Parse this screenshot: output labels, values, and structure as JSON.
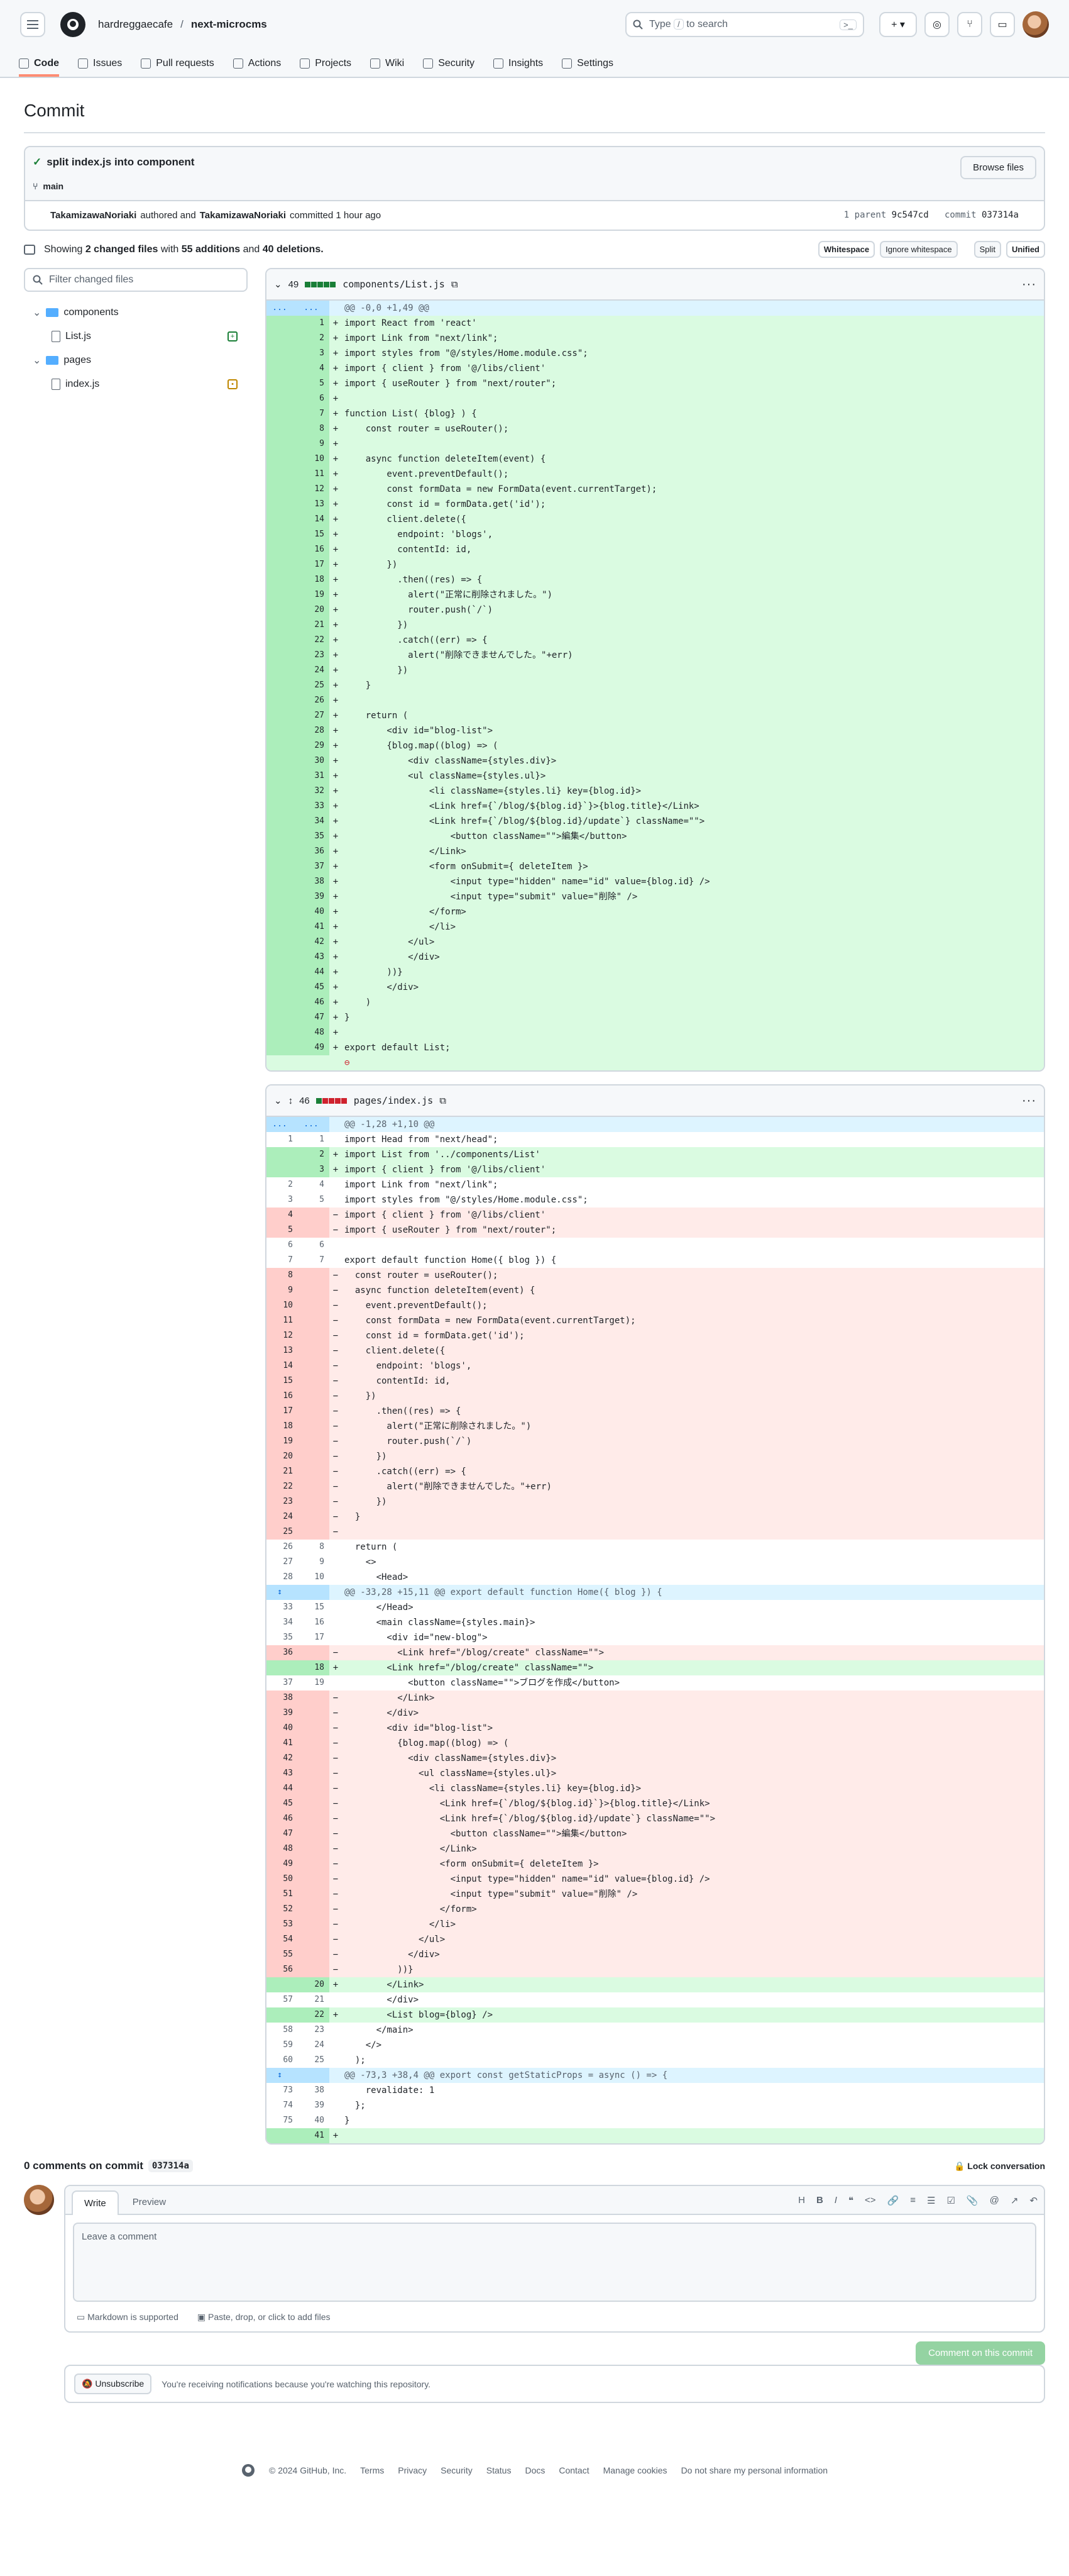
{
  "header": {
    "owner": "hardreggaecafe",
    "sep": "/",
    "repo": "next-microcms",
    "search_placeholder": "Type",
    "search_rest": "to search",
    "kbd": "/"
  },
  "tabs": [
    {
      "label": "Code",
      "icon": "code-icon"
    },
    {
      "label": "Issues",
      "icon": "issue-icon"
    },
    {
      "label": "Pull requests",
      "icon": "pr-icon"
    },
    {
      "label": "Actions",
      "icon": "play-icon"
    },
    {
      "label": "Projects",
      "icon": "table-icon"
    },
    {
      "label": "Wiki",
      "icon": "book-icon"
    },
    {
      "label": "Security",
      "icon": "shield-icon"
    },
    {
      "label": "Insights",
      "icon": "graph-icon"
    },
    {
      "label": "Settings",
      "icon": "gear-icon"
    }
  ],
  "page": {
    "title": "Commit"
  },
  "commit": {
    "message": "split index.js into component",
    "branch": "main",
    "browse": "Browse files",
    "author": "TakamizawaNoriaki",
    "authored": "authored and",
    "committer": "TakamizawaNoriaki",
    "committed": "committed 1 hour ago",
    "parent_label": "1 parent",
    "parent": "9c547cd",
    "commit_label": "commit",
    "sha": "037314a"
  },
  "summary": {
    "text_pre": "Showing",
    "files": "2 changed files",
    "with": "with",
    "add": "55 additions",
    "and": "and",
    "del": "40 deletions.",
    "whitespace": "Whitespace",
    "ignore": "Ignore whitespace",
    "split": "Split",
    "unified": "Unified"
  },
  "sidebar": {
    "filter": "Filter changed files",
    "tree": [
      {
        "name": "components",
        "type": "dir",
        "depth": 0
      },
      {
        "name": "List.js",
        "type": "file",
        "depth": 1,
        "status": "added"
      },
      {
        "name": "pages",
        "type": "dir",
        "depth": 0
      },
      {
        "name": "index.js",
        "type": "file",
        "depth": 1,
        "status": "modified"
      }
    ]
  },
  "files": [
    {
      "count": "49",
      "path": "components/List.js",
      "squares": [
        "g",
        "g",
        "g",
        "g",
        "g"
      ],
      "lines": [
        [
          "hunk",
          "...",
          "...",
          "@@ -0,0 +1,49 @@"
        ],
        [
          "add",
          "",
          "1",
          "import React from 'react'"
        ],
        [
          "add",
          "",
          "2",
          "import Link from \"next/link\";"
        ],
        [
          "add",
          "",
          "3",
          "import styles from \"@/styles/Home.module.css\";"
        ],
        [
          "add",
          "",
          "4",
          "import { client } from '@/libs/client'"
        ],
        [
          "add",
          "",
          "5",
          "import { useRouter } from \"next/router\";"
        ],
        [
          "add",
          "",
          "6",
          ""
        ],
        [
          "add",
          "",
          "7",
          "function List( {blog} ) {"
        ],
        [
          "add",
          "",
          "8",
          "    const router = useRouter();"
        ],
        [
          "add",
          "",
          "9",
          ""
        ],
        [
          "add",
          "",
          "10",
          "    async function deleteItem(event) {"
        ],
        [
          "add",
          "",
          "11",
          "        event.preventDefault();"
        ],
        [
          "add",
          "",
          "12",
          "        const formData = new FormData(event.currentTarget);"
        ],
        [
          "add",
          "",
          "13",
          "        const id = formData.get('id');"
        ],
        [
          "add",
          "",
          "14",
          "        client.delete({"
        ],
        [
          "add",
          "",
          "15",
          "          endpoint: 'blogs',"
        ],
        [
          "add",
          "",
          "16",
          "          contentId: id,"
        ],
        [
          "add",
          "",
          "17",
          "        })"
        ],
        [
          "add",
          "",
          "18",
          "          .then((res) => {"
        ],
        [
          "add",
          "",
          "19",
          "            alert(\"正常に削除されました。\")"
        ],
        [
          "add",
          "",
          "20",
          "            router.push(`/`)"
        ],
        [
          "add",
          "",
          "21",
          "          })"
        ],
        [
          "add",
          "",
          "22",
          "          .catch((err) => {"
        ],
        [
          "add",
          "",
          "23",
          "            alert(\"削除できませんでした。\"+err)"
        ],
        [
          "add",
          "",
          "24",
          "          })"
        ],
        [
          "add",
          "",
          "25",
          "    }"
        ],
        [
          "add",
          "",
          "26",
          ""
        ],
        [
          "add",
          "",
          "27",
          "    return ("
        ],
        [
          "add",
          "",
          "28",
          "        <div id=\"blog-list\">"
        ],
        [
          "add",
          "",
          "29",
          "        {blog.map((blog) => ("
        ],
        [
          "add",
          "",
          "30",
          "            <div className={styles.div}>"
        ],
        [
          "add",
          "",
          "31",
          "            <ul className={styles.ul}>"
        ],
        [
          "add",
          "",
          "32",
          "                <li className={styles.li} key={blog.id}>"
        ],
        [
          "add",
          "",
          "33",
          "                <Link href={`/blog/${blog.id}`}>{blog.title}</Link>"
        ],
        [
          "add",
          "",
          "34",
          "                <Link href={`/blog/${blog.id}/update`} className=\"\">"
        ],
        [
          "add",
          "",
          "35",
          "                    <button className=\"\">編集</button>"
        ],
        [
          "add",
          "",
          "36",
          "                </Link>"
        ],
        [
          "add",
          "",
          "37",
          "                <form onSubmit={ deleteItem }>"
        ],
        [
          "add",
          "",
          "38",
          "                    <input type=\"hidden\" name=\"id\" value={blog.id} />"
        ],
        [
          "add",
          "",
          "39",
          "                    <input type=\"submit\" value=\"削除\" />"
        ],
        [
          "add",
          "",
          "40",
          "                </form>"
        ],
        [
          "add",
          "",
          "41",
          "                </li>"
        ],
        [
          "add",
          "",
          "42",
          "            </ul>"
        ],
        [
          "add",
          "",
          "43",
          "            </div>"
        ],
        [
          "add",
          "",
          "44",
          "        ))}"
        ],
        [
          "add",
          "",
          "45",
          "        </div>"
        ],
        [
          "add",
          "",
          "46",
          "    )"
        ],
        [
          "add",
          "",
          "47",
          "}"
        ],
        [
          "add",
          "",
          "48",
          ""
        ],
        [
          "add",
          "",
          "49",
          "export default List;"
        ],
        [
          "end",
          "",
          "",
          "⊖"
        ]
      ]
    },
    {
      "count": "46",
      "path": "pages/index.js",
      "squares": [
        "g",
        "r",
        "r",
        "r",
        "r"
      ],
      "lines": [
        [
          "hunk",
          "...",
          "...",
          "@@ -1,28 +1,10 @@"
        ],
        [
          "ctx",
          "1",
          "1",
          "import Head from \"next/head\";"
        ],
        [
          "add",
          "",
          "2",
          "import List from '../components/List'"
        ],
        [
          "add",
          "",
          "3",
          "import { client } from '@/libs/client'"
        ],
        [
          "ctx",
          "2",
          "4",
          "import Link from \"next/link\";"
        ],
        [
          "ctx",
          "3",
          "5",
          "import styles from \"@/styles/Home.module.css\";"
        ],
        [
          "del",
          "4",
          "",
          "import { client } from '@/libs/client'"
        ],
        [
          "del",
          "5",
          "",
          "import { useRouter } from \"next/router\";"
        ],
        [
          "ctx",
          "6",
          "6",
          ""
        ],
        [
          "ctx",
          "7",
          "7",
          "export default function Home({ blog }) {"
        ],
        [
          "del",
          "8",
          "",
          "  const router = useRouter();"
        ],
        [
          "del",
          "9",
          "",
          "  async function deleteItem(event) {"
        ],
        [
          "del",
          "10",
          "",
          "    event.preventDefault();"
        ],
        [
          "del",
          "11",
          "",
          "    const formData = new FormData(event.currentTarget);"
        ],
        [
          "del",
          "12",
          "",
          "    const id = formData.get('id');"
        ],
        [
          "del",
          "13",
          "",
          "    client.delete({"
        ],
        [
          "del",
          "14",
          "",
          "      endpoint: 'blogs',"
        ],
        [
          "del",
          "15",
          "",
          "      contentId: id,"
        ],
        [
          "del",
          "16",
          "",
          "    })"
        ],
        [
          "del",
          "17",
          "",
          "      .then((res) => {"
        ],
        [
          "del",
          "18",
          "",
          "        alert(\"正常に削除されました。\")"
        ],
        [
          "del",
          "19",
          "",
          "        router.push(`/`)"
        ],
        [
          "del",
          "20",
          "",
          "      })"
        ],
        [
          "del",
          "21",
          "",
          "      .catch((err) => {"
        ],
        [
          "del",
          "22",
          "",
          "        alert(\"削除できませんでした。\"+err)"
        ],
        [
          "del",
          "23",
          "",
          "      })"
        ],
        [
          "del",
          "24",
          "",
          "  }"
        ],
        [
          "del",
          "25",
          "",
          ""
        ],
        [
          "ctx",
          "26",
          "8",
          "  return ("
        ],
        [
          "ctx",
          "27",
          "9",
          "    <>"
        ],
        [
          "ctx",
          "28",
          "10",
          "      <Head>"
        ],
        [
          "hunk",
          "↕",
          "",
          "@@ -33,28 +15,11 @@ export default function Home({ blog }) {"
        ],
        [
          "ctx",
          "33",
          "15",
          "      </Head>"
        ],
        [
          "ctx",
          "34",
          "16",
          "      <main className={styles.main}>"
        ],
        [
          "ctx",
          "35",
          "17",
          "        <div id=\"new-blog\">"
        ],
        [
          "del",
          "36",
          "",
          "          <Link href=\"/blog/create\" className=\"\">"
        ],
        [
          "add",
          "",
          "18",
          "        <Link href=\"/blog/create\" className=\"\">"
        ],
        [
          "ctx",
          "37",
          "19",
          "            <button className=\"\">ブログを作成</button>"
        ],
        [
          "del",
          "38",
          "",
          "          </Link>"
        ],
        [
          "del",
          "39",
          "",
          "        </div>"
        ],
        [
          "del",
          "40",
          "",
          "        <div id=\"blog-list\">"
        ],
        [
          "del",
          "41",
          "",
          "          {blog.map((blog) => ("
        ],
        [
          "del",
          "42",
          "",
          "            <div className={styles.div}>"
        ],
        [
          "del",
          "43",
          "",
          "              <ul className={styles.ul}>"
        ],
        [
          "del",
          "44",
          "",
          "                <li className={styles.li} key={blog.id}>"
        ],
        [
          "del",
          "45",
          "",
          "                  <Link href={`/blog/${blog.id}`}>{blog.title}</Link>"
        ],
        [
          "del",
          "46",
          "",
          "                  <Link href={`/blog/${blog.id}/update`} className=\"\">"
        ],
        [
          "del",
          "47",
          "",
          "                    <button className=\"\">編集</button>"
        ],
        [
          "del",
          "48",
          "",
          "                  </Link>"
        ],
        [
          "del",
          "49",
          "",
          "                  <form onSubmit={ deleteItem }>"
        ],
        [
          "del",
          "50",
          "",
          "                    <input type=\"hidden\" name=\"id\" value={blog.id} />"
        ],
        [
          "del",
          "51",
          "",
          "                    <input type=\"submit\" value=\"削除\" />"
        ],
        [
          "del",
          "52",
          "",
          "                  </form>"
        ],
        [
          "del",
          "53",
          "",
          "                </li>"
        ],
        [
          "del",
          "54",
          "",
          "              </ul>"
        ],
        [
          "del",
          "55",
          "",
          "            </div>"
        ],
        [
          "del",
          "56",
          "",
          "          ))}"
        ],
        [
          "add",
          "",
          "20",
          "        </Link>"
        ],
        [
          "ctx",
          "57",
          "21",
          "        </div>"
        ],
        [
          "add",
          "",
          "22",
          "        <List blog={blog} />"
        ],
        [
          "ctx",
          "58",
          "23",
          "      </main>"
        ],
        [
          "ctx",
          "59",
          "24",
          "    </>"
        ],
        [
          "ctx",
          "60",
          "25",
          "  );"
        ],
        [
          "hunk",
          "↕",
          "",
          "@@ -73,3 +38,4 @@ export const getStaticProps = async () => {"
        ],
        [
          "ctx",
          "73",
          "38",
          "    revalidate: 1"
        ],
        [
          "ctx",
          "74",
          "39",
          "  };"
        ],
        [
          "ctx",
          "75",
          "40",
          "}"
        ],
        [
          "add",
          "",
          "41",
          ""
        ]
      ]
    }
  ],
  "comments": {
    "count_text": "0 comments on commit",
    "sha": "037314a",
    "lock": "Lock conversation",
    "write": "Write",
    "preview": "Preview",
    "placeholder": "Leave a comment",
    "markdown": "Markdown is supported",
    "attach": "Paste, drop, or click to add files",
    "submit": "Comment on this commit",
    "unsubscribe": "Unsubscribe",
    "notif": "You're receiving notifications because you're watching this repository."
  },
  "footer": [
    "© 2024 GitHub, Inc.",
    "Terms",
    "Privacy",
    "Security",
    "Status",
    "Docs",
    "Contact",
    "Manage cookies",
    "Do not share my personal information"
  ],
  "colors": {
    "add": "#dafbe1",
    "del": "#ffebe9",
    "hunk": "#ddf4ff",
    "accent": "#fd8c73"
  }
}
